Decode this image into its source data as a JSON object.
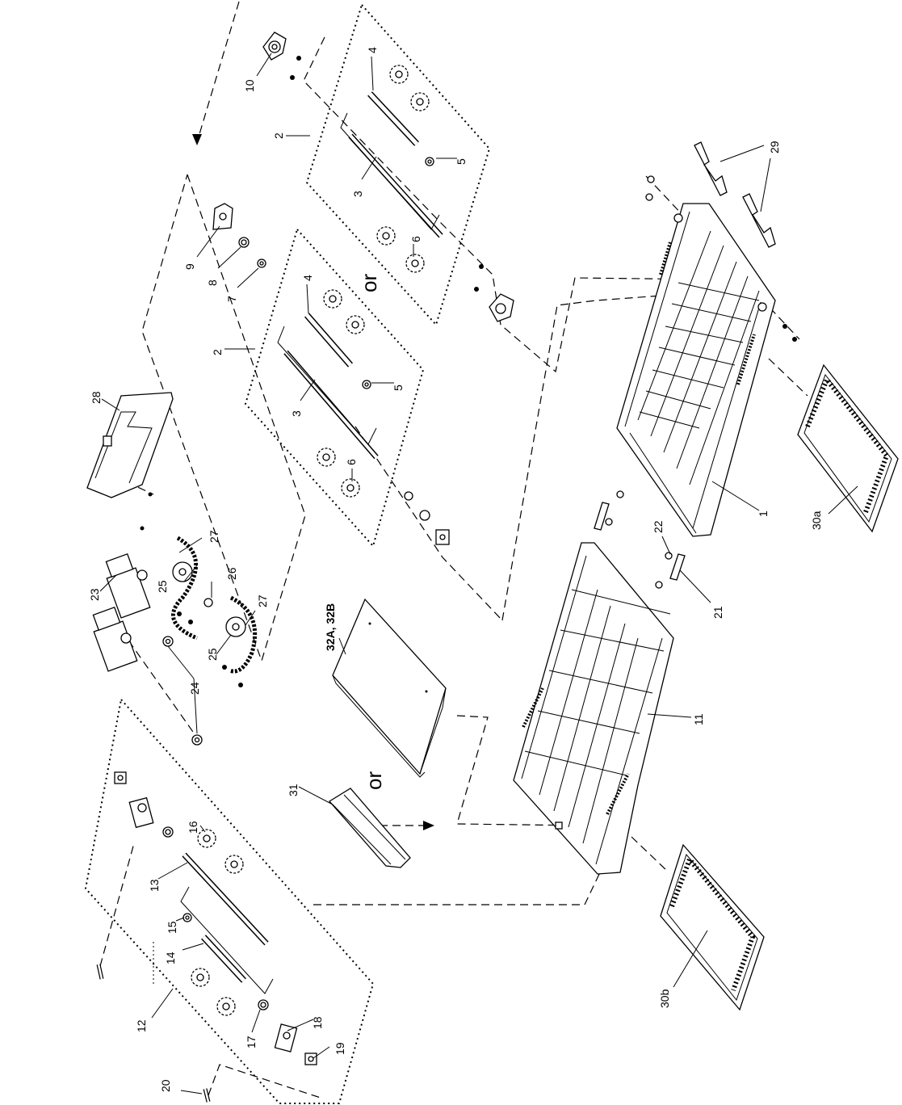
{
  "labels": {
    "p1": "1",
    "p2a": "2",
    "p2b": "2",
    "p3a": "3",
    "p3b": "3",
    "p4a": "4",
    "p4b": "4",
    "p5a": "5",
    "p5b": "5",
    "p6a": "6",
    "p6b": "6",
    "p7": "7",
    "p8": "8",
    "p9": "9",
    "p10": "10",
    "p11": "11",
    "p12": "12",
    "p13": "13",
    "p14": "14",
    "p15": "15",
    "p16": "16",
    "p17": "17",
    "p18": "18",
    "p19": "19",
    "p20": "20",
    "p21": "21",
    "p22": "22",
    "p23": "23",
    "p24": "24",
    "p25a": "25",
    "p25b": "25",
    "p26": "26",
    "p27a": "27",
    "p27b": "27",
    "p28": "28",
    "p29": "29",
    "p30a": "30a",
    "p30b": "30b",
    "p31": "31",
    "p32": "32A, 32B"
  },
  "or_labels": {
    "or1": "or",
    "or2": "or"
  }
}
